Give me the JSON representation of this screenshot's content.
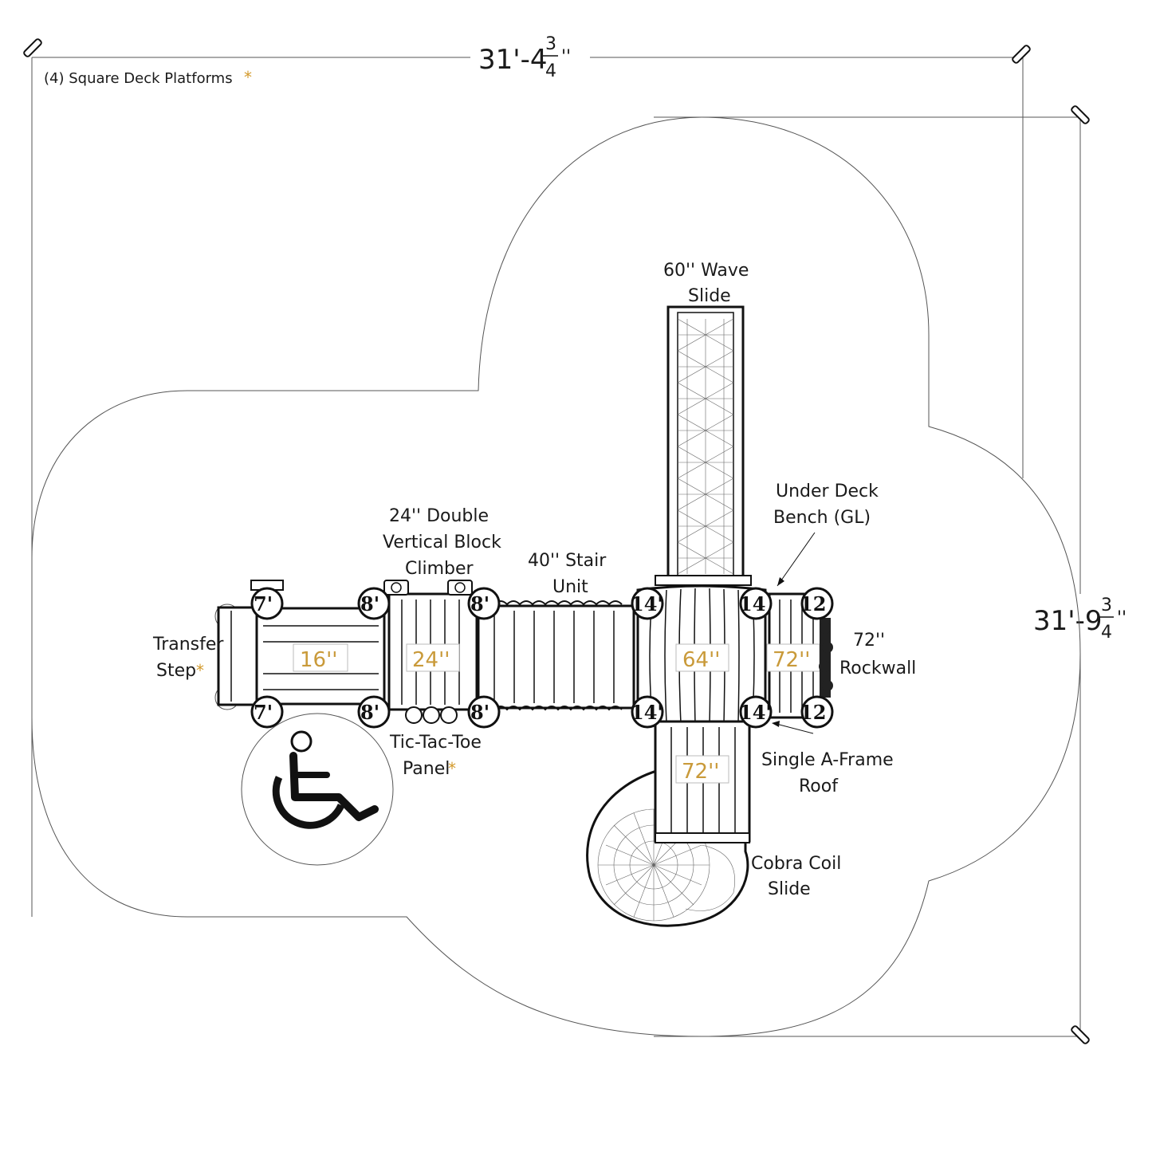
{
  "dimensions": {
    "width_main": "31'-4",
    "width_frac_num": "3",
    "width_frac_den": "4",
    "width_inch": "''",
    "depth_main": "31'-9",
    "depth_frac_num": "3",
    "depth_frac_den": "4",
    "depth_inch": "''"
  },
  "notes": {
    "deck_platforms": "(4) Square Deck Platforms",
    "star_symbol": "*"
  },
  "labels": {
    "wave_slide_l1": "60'' Wave",
    "wave_slide_l2": "Slide",
    "under_deck_l1": "Under Deck",
    "under_deck_l2": "Bench (GL)",
    "climber_l1": "24'' Double",
    "climber_l2": "Vertical Block",
    "climber_l3": "Climber",
    "stair_l1": "40'' Stair",
    "stair_l2": "Unit",
    "transfer_l1": "Transfer",
    "transfer_l2": "Step",
    "rockwall_l1": "72''",
    "rockwall_l2": "Rockwall",
    "tictactoe_l1": "Tic-Tac-Toe",
    "tictactoe_l2": "Panel",
    "roof_l1": "Single A-Frame",
    "roof_l2": "Roof",
    "cobra_l1": "Cobra Coil",
    "cobra_l2": "Slide"
  },
  "deck_heights": {
    "deck_16": "16''",
    "deck_24": "24''",
    "deck_64": "64''",
    "deck_72_right": "72''",
    "deck_72_lower": "72''"
  },
  "posts": {
    "p7": "7'",
    "p8": "8'",
    "p14": "14'",
    "p14b": "14",
    "p12": "12"
  },
  "colors": {
    "accent": "#c99a3a",
    "ink": "#111111",
    "boundary": "#555555"
  },
  "icons": {
    "accessibility": "wheelchair-icon"
  }
}
